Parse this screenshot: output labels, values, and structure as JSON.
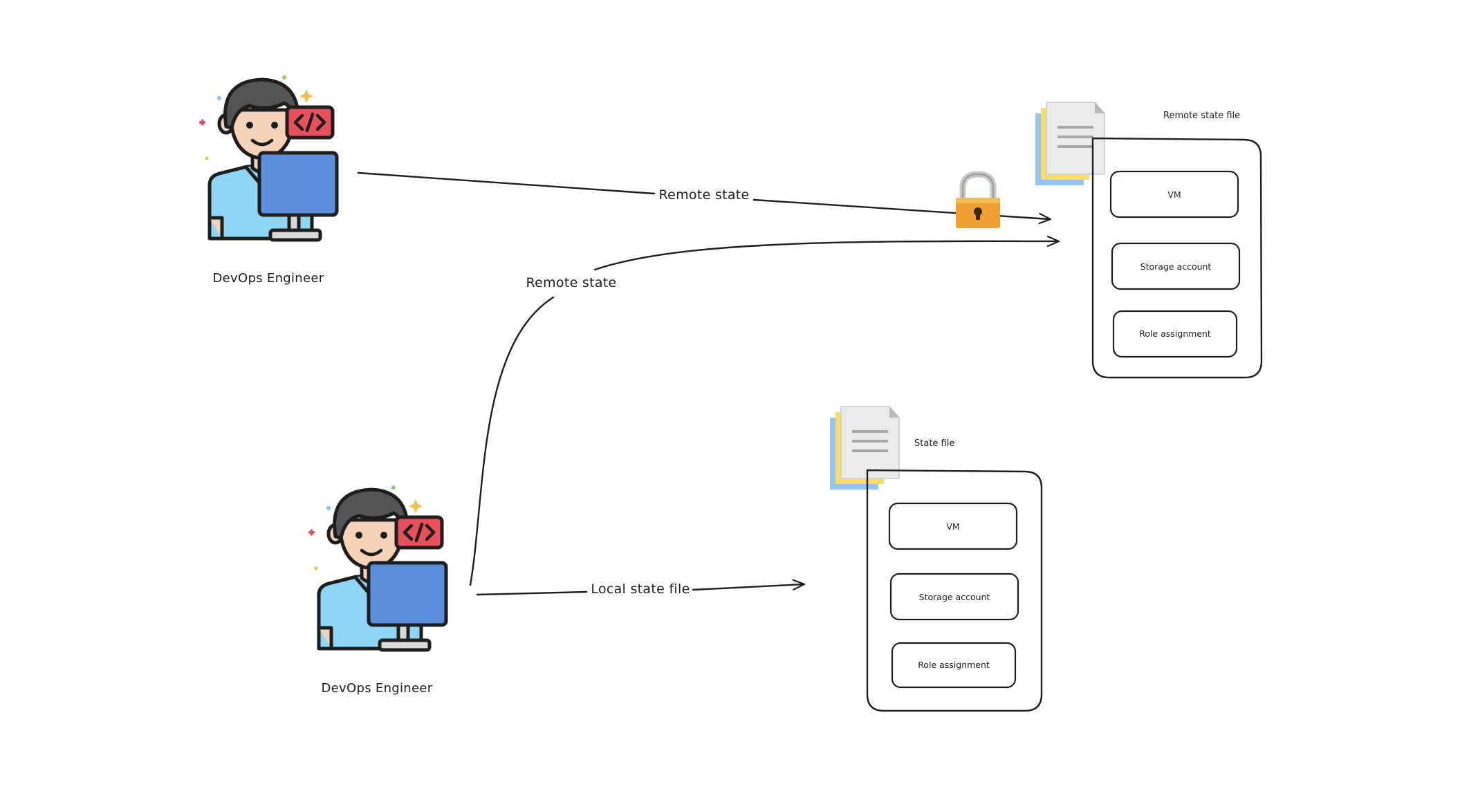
{
  "engineers": [
    {
      "label": "DevOps Engineer"
    },
    {
      "label": "DevOps Engineer"
    }
  ],
  "arrows": {
    "remote_top": "Remote state",
    "remote_bottom": "Remote state",
    "local": "Local state file"
  },
  "remote_store": {
    "title": "Remote state file",
    "resources": [
      "VM",
      "Storage account",
      "Role assignment"
    ]
  },
  "local_store": {
    "title": "State file",
    "resources": [
      "VM",
      "Storage account",
      "Role assignment"
    ]
  },
  "colors": {
    "stroke": "#1e1e1e",
    "shirt": "#8fd6f6",
    "monitor": "#5b8dd9",
    "code_badge": "#e8505b",
    "skin": "#f5d3b8",
    "hair": "#545454",
    "lock_body": "#f0a030",
    "shackle": "#c7c7c7",
    "doc_blue": "#93c5f0",
    "doc_yellow": "#f9dc6a",
    "doc_paper": "#ebebeb"
  },
  "icons": [
    "engineer-icon",
    "code-badge-icon",
    "padlock-icon",
    "document-stack-icon"
  ]
}
